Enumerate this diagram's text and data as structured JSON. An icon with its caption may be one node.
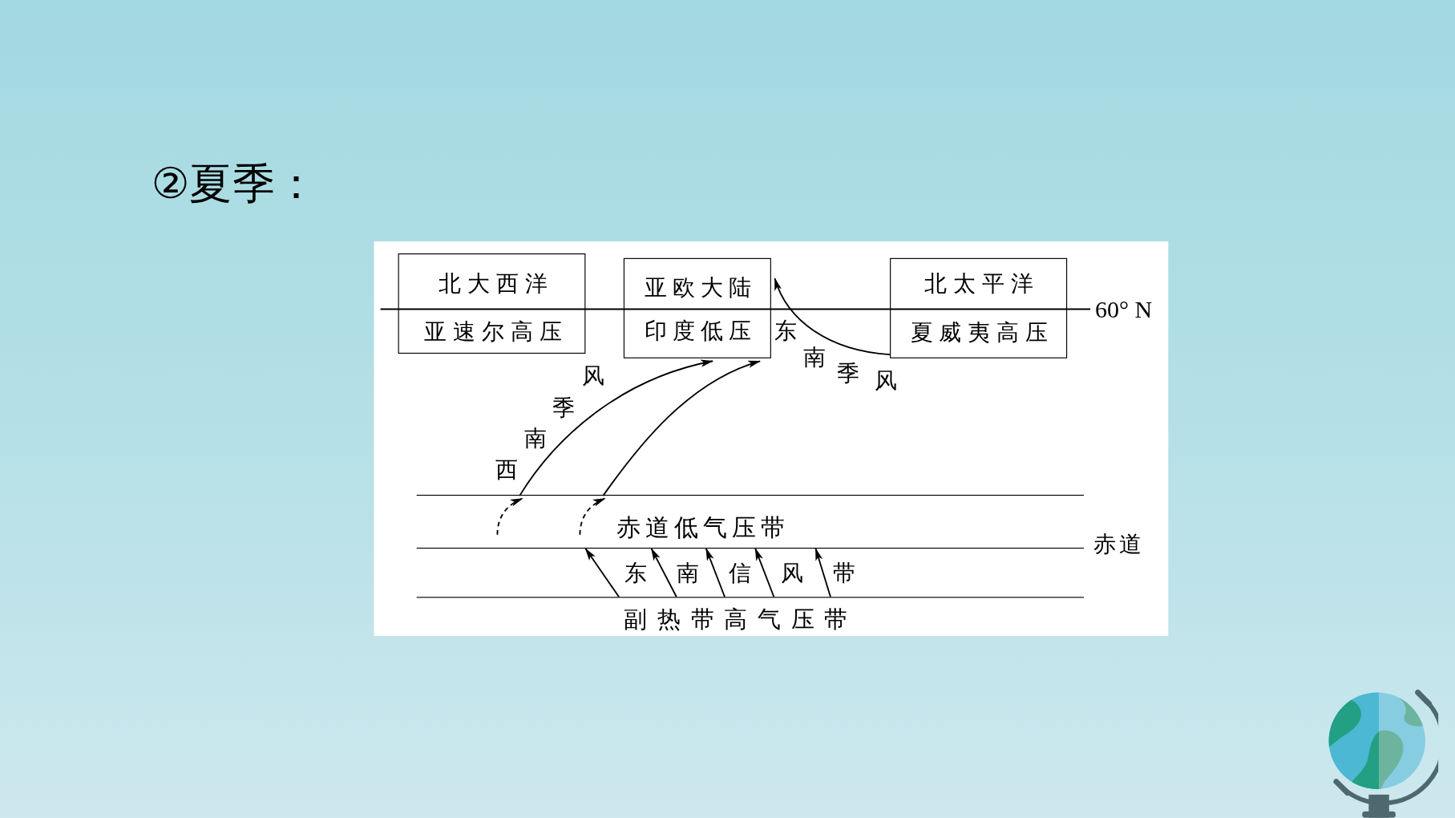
{
  "diagram": {
    "title": "②夏季：",
    "nodes": [
      {
        "text": [
          "北大西洋",
          "亚速尔高压"
        ]
      },
      {
        "text": [
          "亚欧大陆",
          "印度低压"
        ]
      },
      {
        "text": [
          "北太平洋",
          "夏威夷高压"
        ]
      },
      {
        "text": [
          "赤道低气压带"
        ]
      },
      {
        "text": [
          "副热带高气压带"
        ]
      }
    ],
    "edges": [
      {
        "from": 2,
        "to": 1,
        "arrow": "to",
        "label": "东南季风"
      },
      {
        "from": null,
        "to": 3,
        "arrow": "to",
        "style": "dashed"
      },
      {
        "from": null,
        "to": 3,
        "arrow": "to",
        "style": "dashed"
      },
      {
        "from": 3,
        "to": 1,
        "arrow": "to",
        "label": "西南季风"
      },
      {
        "from": 3,
        "to": 1,
        "arrow": "to"
      },
      {
        "from": 4,
        "to": 3,
        "arrow": "to"
      },
      {
        "from": 4,
        "to": 3,
        "arrow": "to"
      },
      {
        "from": 4,
        "to": 3,
        "arrow": "to"
      },
      {
        "from": 4,
        "to": 3,
        "arrow": "to"
      },
      {
        "from": 4,
        "to": 3,
        "arrow": "to"
      }
    ],
    "labels": [
      "60° N",
      "赤道",
      "东南信风带"
    ]
  }
}
